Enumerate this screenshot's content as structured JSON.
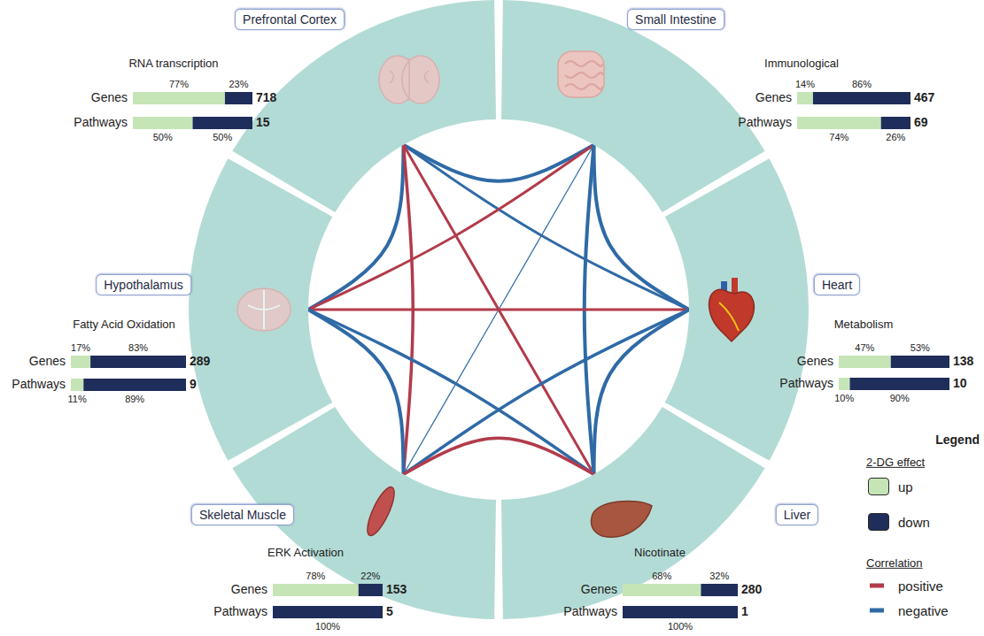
{
  "diagram": {
    "nodes": [
      {
        "text": [
          "Prefrontal Cortex"
        ]
      },
      {
        "text": [
          "Small Intestine"
        ]
      },
      {
        "text": [
          "Hypothalamus"
        ]
      },
      {
        "text": [
          "Heart"
        ]
      },
      {
        "text": [
          "Skeletal Muscle"
        ]
      },
      {
        "text": [
          "Liver"
        ]
      }
    ],
    "edges": [
      {
        "from": 0,
        "to": 1,
        "arrow": "none"
      },
      {
        "from": 0,
        "to": 2,
        "arrow": "none"
      },
      {
        "from": 0,
        "to": 3,
        "arrow": "none"
      },
      {
        "from": 0,
        "to": 4,
        "arrow": "none"
      },
      {
        "from": 0,
        "to": 5,
        "arrow": "none"
      },
      {
        "from": 1,
        "to": 2,
        "arrow": "none"
      },
      {
        "from": 1,
        "to": 3,
        "arrow": "none"
      },
      {
        "from": 1,
        "to": 4,
        "arrow": "none"
      },
      {
        "from": 1,
        "to": 5,
        "arrow": "none"
      },
      {
        "from": 2,
        "to": 3,
        "arrow": "none"
      },
      {
        "from": 2,
        "to": 4,
        "arrow": "none"
      },
      {
        "from": 2,
        "to": 5,
        "arrow": "none"
      },
      {
        "from": 3,
        "to": 4,
        "arrow": "none"
      },
      {
        "from": 3,
        "to": 5,
        "arrow": "none"
      },
      {
        "from": 4,
        "to": 5,
        "arrow": "none"
      }
    ],
    "labels": [
      "RNA transcription",
      "77%",
      "23%",
      "Genes",
      "718",
      "Pathways",
      "15",
      "50%",
      "50%",
      "Immunological",
      "14%",
      "86%",
      "Genes",
      "467",
      "Pathways",
      "69",
      "74%",
      "26%",
      "Fatty Acid Oxidation",
      "17%",
      "83%",
      "Genes",
      "289",
      "Pathways",
      "9",
      "11%",
      "89%",
      "Metabolism",
      "47%",
      "53%",
      "Genes",
      "138",
      "Pathways",
      "10",
      "10%",
      "90%",
      "ERK Activation",
      "78%",
      "22%",
      "Genes",
      "153",
      "Pathways",
      "5",
      "100%",
      "Nicotinate",
      "68%",
      "32%",
      "Genes",
      "280",
      "Pathways",
      "1",
      "100%",
      "Legend",
      "2-DG effect",
      "Correlation"
    ],
    "legend": [
      {
        "text": "up",
        "color": "#c6e5b6"
      },
      {
        "text": "down",
        "color": "#1f2d5b"
      },
      {
        "text": "positive"
      },
      {
        "text": "negative"
      }
    ]
  }
}
